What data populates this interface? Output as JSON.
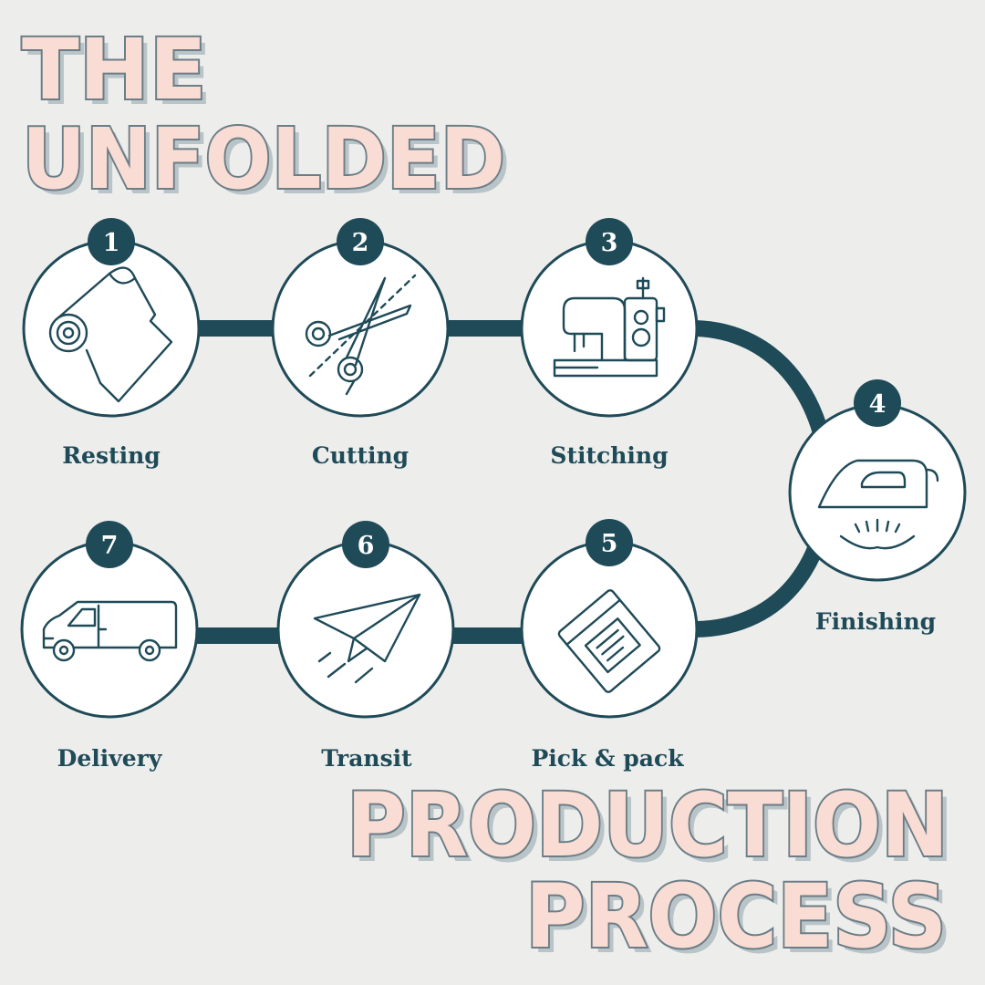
{
  "title": {
    "line1": "THE",
    "line2": "UNFOLDED",
    "line3": "PRODUCTION",
    "line4": "PROCESS"
  },
  "colors": {
    "background": "#edeeec",
    "navy": "#1f4a58",
    "title_fill": "#f9dcd3",
    "title_outline": "#6b7d86"
  },
  "steps": [
    {
      "number": "1",
      "label": "Resting",
      "icon": "fabric-roll-icon"
    },
    {
      "number": "2",
      "label": "Cutting",
      "icon": "scissors-icon"
    },
    {
      "number": "3",
      "label": "Stitching",
      "icon": "sewing-machine-icon"
    },
    {
      "number": "4",
      "label": "Finishing",
      "icon": "iron-icon"
    },
    {
      "number": "5",
      "label": "Pick & pack",
      "icon": "package-icon"
    },
    {
      "number": "6",
      "label": "Transit",
      "icon": "paper-plane-icon"
    },
    {
      "number": "7",
      "label": "Delivery",
      "icon": "van-icon"
    }
  ]
}
